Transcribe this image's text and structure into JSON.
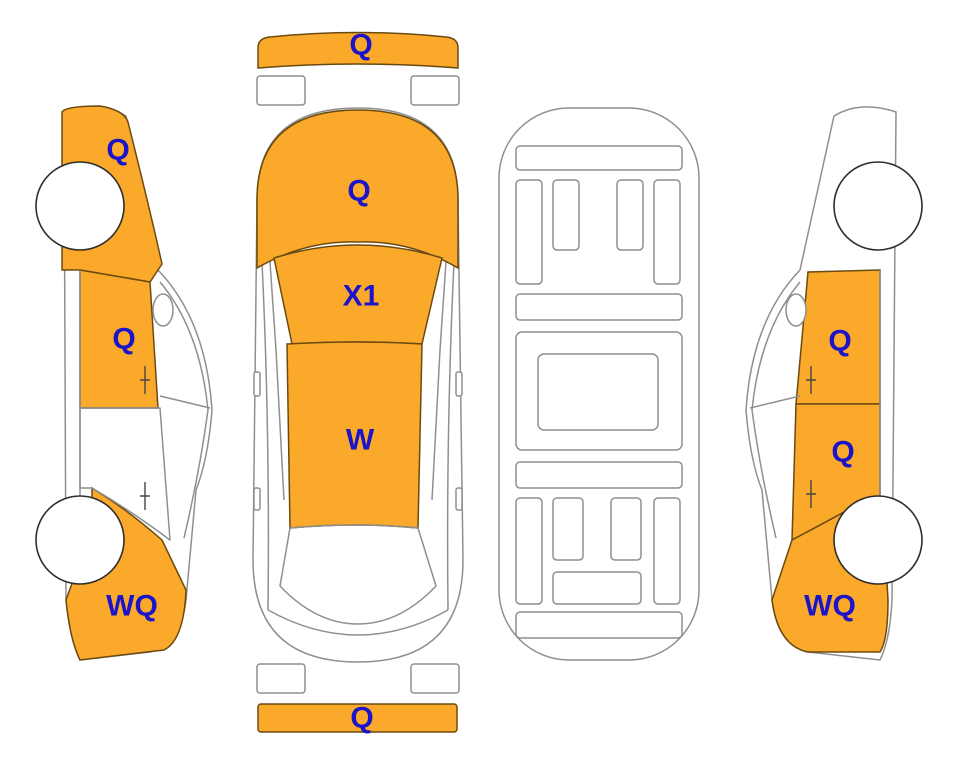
{
  "colors": {
    "damage_fill": "#FBA92B",
    "damage_stroke": "#6b4a10",
    "label": "#1C14C8",
    "outline": "#8f8f8f"
  },
  "marks": {
    "front_bumper": "Q",
    "hood": "Q",
    "windshield": "X1",
    "roof": "W",
    "rear_bumper": "Q",
    "left_front_fender": "Q",
    "left_front_door": "Q",
    "left_rear_quarter": "WQ",
    "right_front_door": "Q",
    "right_rear_door": "Q",
    "right_rear_quarter": "WQ"
  }
}
